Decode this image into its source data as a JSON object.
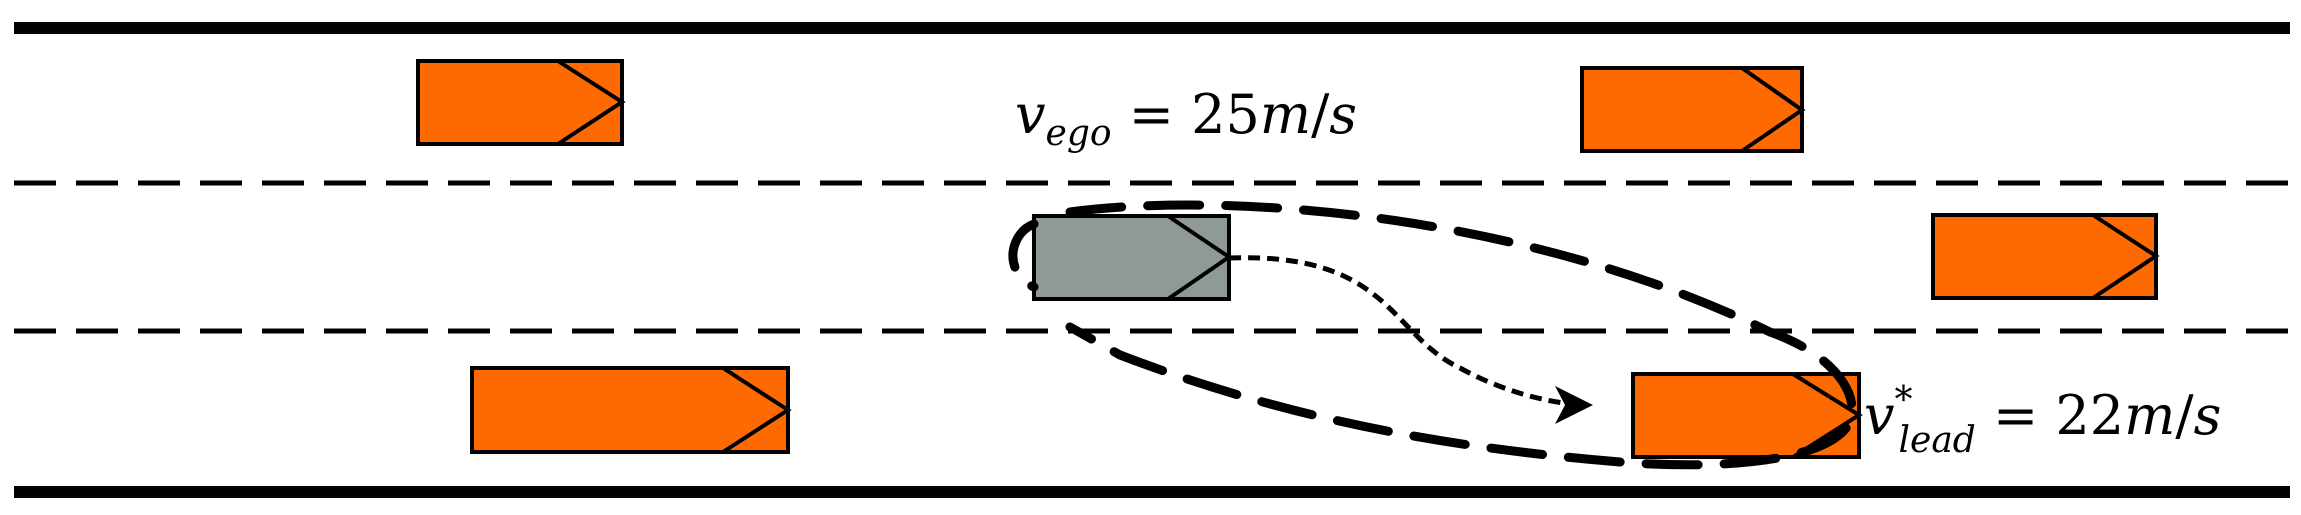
{
  "ego_label": {
    "var": "v",
    "sub": "ego",
    "eq": " = 25",
    "unit_a": "m",
    "slash": "/",
    "unit_b": "s"
  },
  "lead_label": {
    "var": "v",
    "sup": "*",
    "sub": "lead",
    "eq": " = 22",
    "unit_a": "m",
    "slash": "/",
    "unit_b": "s"
  },
  "colors": {
    "traffic_car": "#ff6a00",
    "ego_car": "#8f9a98",
    "lines": "#000000",
    "background": "#ffffff"
  }
}
